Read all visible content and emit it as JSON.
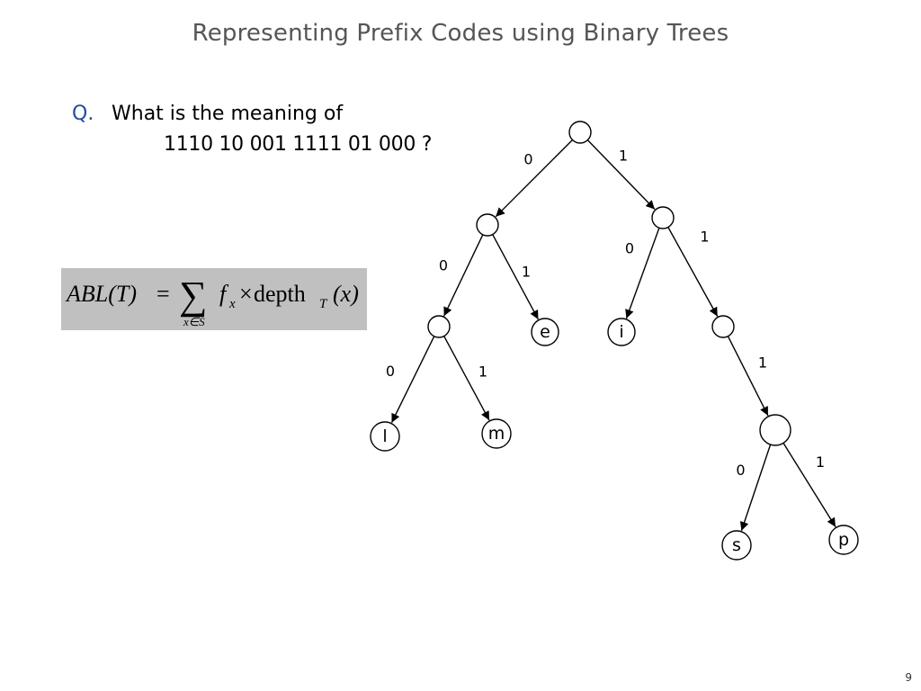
{
  "slide": {
    "title": "Representing Prefix Codes using Binary Trees",
    "page_number": "9"
  },
  "question": {
    "label": "Q.",
    "text": "What is the meaning of",
    "code": "1110 10 001 1111 01 000 ?"
  },
  "formula": {
    "lhs": "ABL(T)",
    "equals": "=",
    "sum": "∑",
    "subscript": "x∈S",
    "f": "f",
    "f_sub": "x",
    "times": "×",
    "depth": "depth",
    "depth_sub": "T",
    "arg": "(x)"
  },
  "tree": {
    "nodes": [
      {
        "id": "root",
        "label": ""
      },
      {
        "id": "n0",
        "label": ""
      },
      {
        "id": "n1",
        "label": ""
      },
      {
        "id": "n00",
        "label": ""
      },
      {
        "id": "e",
        "label": "e"
      },
      {
        "id": "i",
        "label": "i"
      },
      {
        "id": "n11",
        "label": ""
      },
      {
        "id": "l",
        "label": "l"
      },
      {
        "id": "m",
        "label": "m"
      },
      {
        "id": "n111",
        "label": ""
      },
      {
        "id": "s",
        "label": "s"
      },
      {
        "id": "p",
        "label": "p"
      }
    ],
    "edges": [
      {
        "from": "root",
        "to": "n0",
        "bit": "0"
      },
      {
        "from": "root",
        "to": "n1",
        "bit": "1"
      },
      {
        "from": "n0",
        "to": "n00",
        "bit": "0"
      },
      {
        "from": "n0",
        "to": "e",
        "bit": "1"
      },
      {
        "from": "n1",
        "to": "i",
        "bit": "0"
      },
      {
        "from": "n1",
        "to": "n11",
        "bit": "1"
      },
      {
        "from": "n00",
        "to": "l",
        "bit": "0"
      },
      {
        "from": "n00",
        "to": "m",
        "bit": "1"
      },
      {
        "from": "n11",
        "to": "n111",
        "bit": "1"
      },
      {
        "from": "n111",
        "to": "s",
        "bit": "0"
      },
      {
        "from": "n111",
        "to": "p",
        "bit": "1"
      }
    ]
  }
}
